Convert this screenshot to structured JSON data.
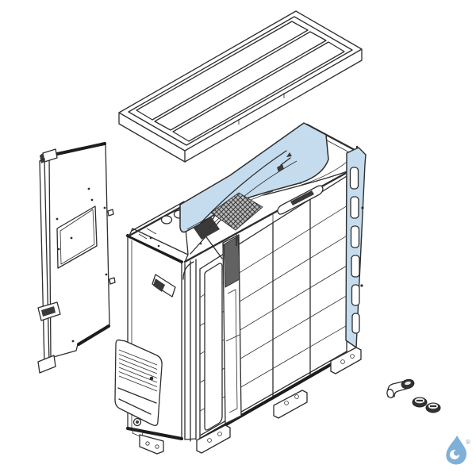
{
  "meta": {
    "description": "Exploded-view technical illustration of a monobloc heat pump outdoor unit",
    "background": "#ffffff"
  },
  "colors": {
    "line": "#2e2e2e",
    "highlight_blue": "#c5dcee",
    "highlight_blue_light": "#e8f2f9",
    "dark_fill": "#3a3a3a",
    "logo_blue": "#7fb0d8"
  },
  "parts": {
    "top_cover": "top-cover-panel",
    "side_panel": "side-service-panel",
    "main_unit": "main-unit-chassis",
    "fan_shroud": "fan-shroud-highlighted",
    "coil_mesh": "evaporator-coil-mesh",
    "compartment": "compressor-compartment",
    "front_panel": "front-panel",
    "handle_recess": "handle-recess",
    "louver": "louvered-vent-cover",
    "grille": "side-grille-grid",
    "pipe_strip": "pipe-cover-strip",
    "corner_trim": "corner-trim-highlighted",
    "feet": "mounting-feet",
    "drain_elbow": "condensate-drain-elbow",
    "caps": "rubber-grommet-caps",
    "logo": "water-drop-brand-logo"
  },
  "logo": {
    "registered_mark": "®"
  }
}
